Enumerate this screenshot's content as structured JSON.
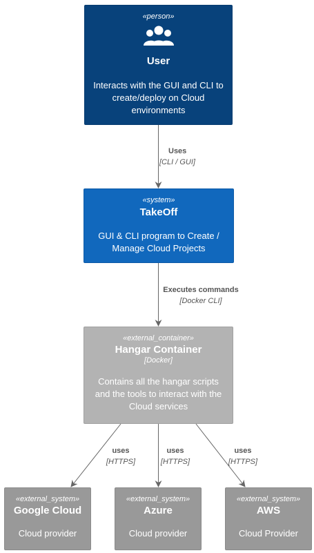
{
  "nodes": {
    "user": {
      "stereotype": "«person»",
      "title": "User",
      "description": "Interacts with the GUI and CLI to create/deploy on Cloud environments",
      "icon": "users-icon",
      "color": "#08427b"
    },
    "takeoff": {
      "stereotype": "«system»",
      "title": "TakeOff",
      "description": "GUI & CLI program to Create / Manage Cloud Projects",
      "color": "#1168bd"
    },
    "hangar": {
      "stereotype": "«external_container»",
      "title": "Hangar Container",
      "technology": "[Docker]",
      "description": "Contains all the hangar scripts and the tools to interact with the Cloud services",
      "color": "#b3b3b3"
    },
    "gcloud": {
      "stereotype": "«external_system»",
      "title": "Google Cloud",
      "description": "Cloud provider",
      "color": "#999999"
    },
    "azure": {
      "stereotype": "«external_system»",
      "title": "Azure",
      "description": "Cloud provider",
      "color": "#999999"
    },
    "aws": {
      "stereotype": "«external_system»",
      "title": "AWS",
      "description": "Cloud Provider",
      "color": "#999999"
    }
  },
  "edges": {
    "user_takeoff": {
      "label": "Uses",
      "technology": "[CLI / GUI]"
    },
    "takeoff_hangar": {
      "label": "Executes commands",
      "technology": "[Docker CLI]"
    },
    "hangar_gcloud": {
      "label": "uses",
      "technology": "[HTTPS]"
    },
    "hangar_azure": {
      "label": "uses",
      "technology": "[HTTPS]"
    },
    "hangar_aws": {
      "label": "uses",
      "technology": "[HTTPS]"
    }
  }
}
